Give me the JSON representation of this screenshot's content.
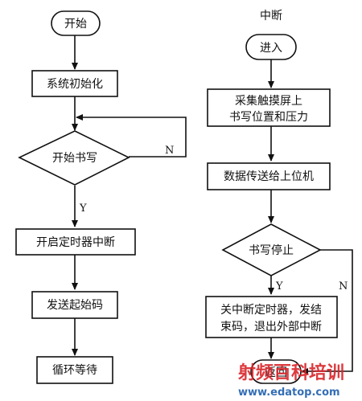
{
  "left_flow": {
    "start": "开始",
    "init": "系统初始化",
    "decision": "开始书写",
    "decision_no": "N",
    "decision_yes": "Y",
    "timer": "开启定时器中断",
    "send": "发送起始码",
    "loop": "循环等待"
  },
  "right_flow": {
    "title": "中断",
    "enter": "进入",
    "collect_line1": "采集触摸屏上",
    "collect_line2": "书写位置和压力",
    "transmit": "数据传送给上位机",
    "decision": "书写停止",
    "decision_yes": "Y",
    "decision_no": "N",
    "stop_line1": "关中断定时器，发结",
    "stop_line2": "束码，退出外部中断",
    "return": "返回"
  },
  "watermark": {
    "logo_text": "射频百科培训",
    "url": "www.edatop.com",
    "colors": {
      "red": "#d9262b",
      "blue": "#1f5fae"
    }
  }
}
